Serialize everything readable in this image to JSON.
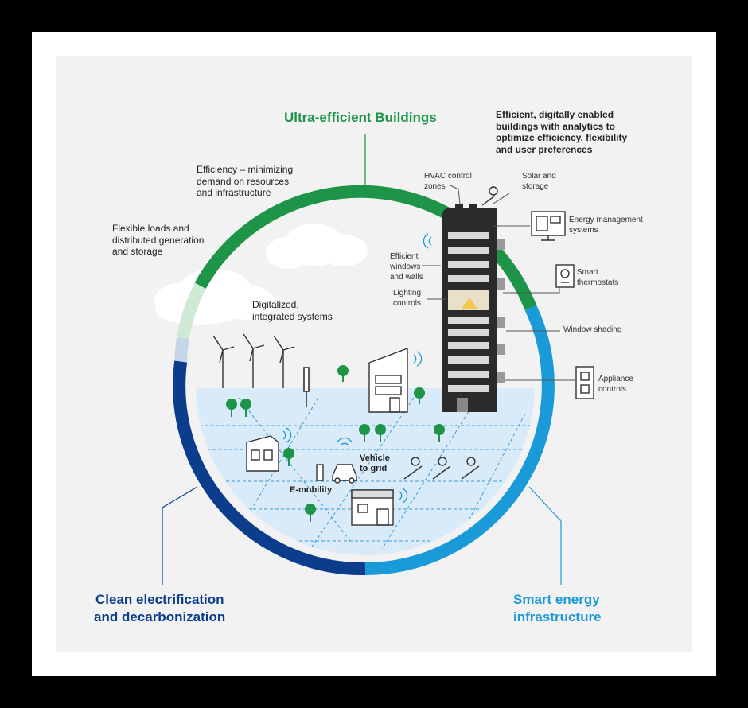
{
  "titles": {
    "buildings": "Ultra-efficient Buildings",
    "clean_line1": "Clean electrification",
    "clean_line2": "and decarbonization",
    "smart_line1": "Smart energy",
    "smart_line2": "infrastructure"
  },
  "notes": {
    "efficient_buildings": [
      "Efficient, digitally enabled",
      "buildings with analytics to",
      "optimize efficiency, flexibility",
      "and user preferences"
    ],
    "efficiency": [
      "Efficiency – minimizing",
      "demand on resources",
      "and infrastructure"
    ],
    "flexible": [
      "Flexible loads and",
      "distributed generation",
      "and storage"
    ],
    "digitalized": [
      "Digitalized,",
      "integrated systems"
    ]
  },
  "labels": {
    "hvac": [
      "HVAC control",
      "zones"
    ],
    "solar": [
      "Solar and",
      "storage"
    ],
    "ems": [
      "Energy management",
      "systems"
    ],
    "windows": [
      "Efficient",
      "windows",
      "and walls"
    ],
    "lighting": [
      "Lighting",
      "controls"
    ],
    "thermostat": [
      "Smart",
      "thermostats"
    ],
    "shading": "Window shading",
    "appliance": [
      "Appliance",
      "controls"
    ],
    "vehicle": [
      "Vehicle",
      "to grid"
    ],
    "emobility": "E-mobility"
  },
  "colors": {
    "green": "#1e9449",
    "light_blue": "#1a9ad8",
    "dark_blue": "#0b3d8c",
    "building": "#2b2b2b",
    "ground": "#d9ebf8"
  }
}
